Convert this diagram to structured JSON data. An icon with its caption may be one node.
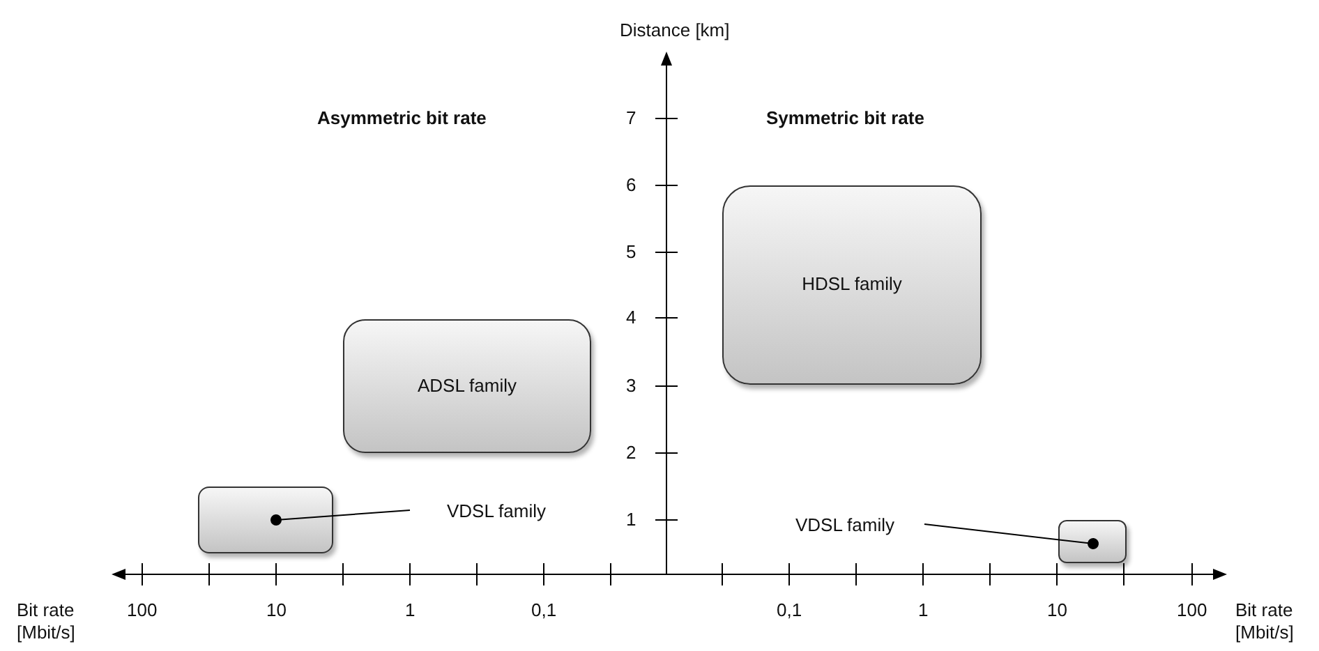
{
  "diagram": {
    "nodes": [
      {
        "text": [
          "HDSL family"
        ]
      },
      {
        "text": [
          "ADSL family"
        ]
      },
      {
        "text": [],
        "shape": "box"
      },
      {
        "text": [
          "VDSL family"
        ]
      },
      {
        "text": [
          "VDSL family"
        ]
      },
      {
        "text": [],
        "shape": "box"
      }
    ],
    "edges": [
      {
        "from": 3,
        "to": 2,
        "arrow": "other"
      },
      {
        "from": 4,
        "to": 5,
        "arrow": "other"
      }
    ],
    "labels": [
      "Distance [km]",
      "Asymmetric bit rate",
      "7",
      "Symmetric bit rate",
      "6",
      "5",
      "4",
      "3",
      "2",
      "1",
      "Bit rate [Mbit/s]",
      "100",
      "10",
      "1",
      "0,1",
      "0,1",
      "1",
      "10",
      "100",
      "Bit rate [Mbit/s]"
    ]
  }
}
